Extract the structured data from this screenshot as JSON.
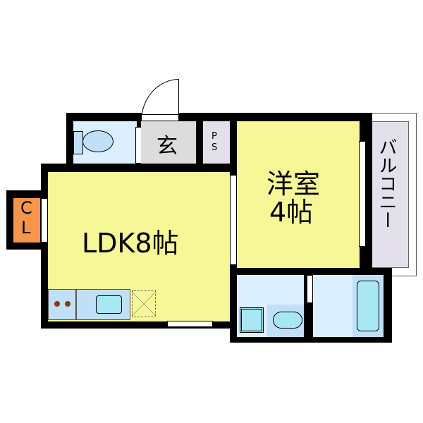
{
  "floorplan": {
    "rooms": {
      "ldk": {
        "label": "LDK8帖",
        "type": "living-dining-kitchen",
        "size_jo": 8
      },
      "western_room": {
        "label_line1": "洋室",
        "label_line2": "4帖",
        "size_jo": 4
      },
      "entrance": {
        "label": "玄"
      },
      "pipe_space": {
        "label_line1": "P",
        "label_line2": "S"
      },
      "closet": {
        "label_line1": "C",
        "label_line2": "L"
      },
      "balcony": {
        "label": "バルコニー"
      },
      "toilet": {
        "label": ""
      },
      "washroom": {
        "label": ""
      },
      "bathroom": {
        "label": ""
      }
    },
    "colors": {
      "wall": "#000000",
      "room_yellow": "#f7f797",
      "wet_area_blue": "#dcefff",
      "fixture_blue": "#bfe0f7",
      "fixture_cyan": "#a8e8f5",
      "entrance_gray": "#dcdcdc",
      "balcony_lavender": "#e3dfeb",
      "closet_orange": "#f4954a"
    }
  }
}
